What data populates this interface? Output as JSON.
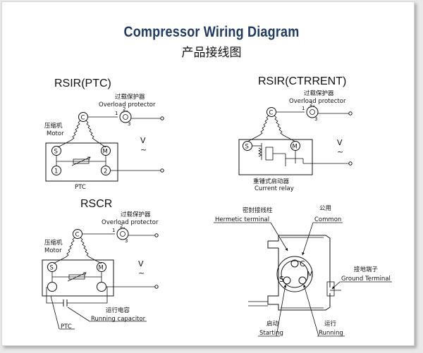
{
  "title_en": "Compressor Wiring Diagram",
  "title_cn": "产品接线图",
  "rsir_ptc": {
    "heading": "RSIR(PTC)",
    "protector_cn": "过载保护器",
    "protector_en": "Overload protector",
    "motor_cn": "压缩机",
    "motor_en": "Motor",
    "C": "C",
    "S": "S",
    "M": "M",
    "n1": "1",
    "n2": "2",
    "n3": "3",
    "box1": "1",
    "box2": "2",
    "V": "V",
    "tilde": "~",
    "ptc": "PTC"
  },
  "rsir_current": {
    "heading": "RSIR(CTRRENT)",
    "protector_cn": "过载保护器",
    "protector_en": "Overload protector",
    "C": "C",
    "S": "S",
    "M": "M",
    "n1": "1",
    "n2": "2",
    "n3": "3",
    "V": "V",
    "tilde": "~",
    "relay_cn": "重锤式启动器",
    "relay_en": "Current relay"
  },
  "rscr": {
    "heading": "RSCR",
    "protector_cn": "过载保护器",
    "protector_en": "Overload protector",
    "motor_cn": "压缩机",
    "motor_en": "Motor",
    "C": "C",
    "S": "S",
    "M": "M",
    "n1": "1",
    "n2": "2",
    "n3": "3",
    "V": "V",
    "tilde": "~",
    "cap_cn": "运行电容",
    "cap_en": "Running capacitor",
    "ptc": "PTC"
  },
  "terminal": {
    "hermetic_cn": "密封接线柱",
    "hermetic_en": "Hermetic terminal",
    "common_cn": "公用",
    "common_en": "Common",
    "ground_cn": "接地端子",
    "ground_en": "Ground Terminal",
    "starting_cn": "启动",
    "starting_en": "Starting",
    "running_cn": "运行",
    "running_en": "Running",
    "C": "C",
    "S": "S",
    "M": "M"
  }
}
